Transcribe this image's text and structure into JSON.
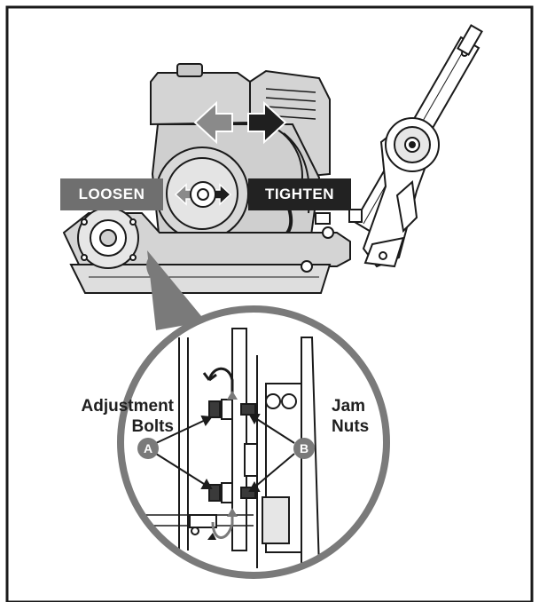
{
  "labels": {
    "loosen": "LOOSEN",
    "tighten": "TIGHTEN",
    "adjustment_bolts_line1": "Adjustment",
    "adjustment_bolts_line2": "Bolts",
    "jam_nuts_line1": "Jam",
    "jam_nuts_line2": "Nuts",
    "marker_a": "A",
    "marker_b": "B"
  },
  "colors": {
    "loosen_box": "#6f6f6f",
    "tighten_box": "#222222",
    "loosen_arrow": "#8a8a8a",
    "tighten_arrow": "#1f1f1f",
    "marker": "#7a7a7a",
    "outline": "#1a1a1a",
    "body_fill": "#d4d4d4"
  },
  "icons": [
    "loosen-arrow-icon",
    "tighten-arrow-icon",
    "rotation-arrow-icon"
  ]
}
